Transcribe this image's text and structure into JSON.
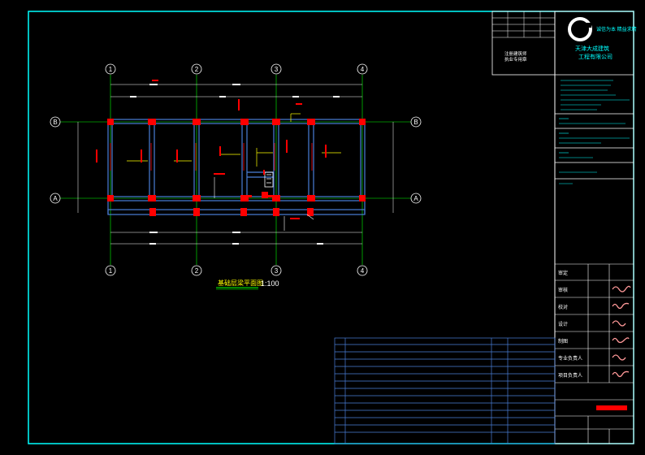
{
  "colors": {
    "background": "#000000",
    "frame": "#00ffff",
    "grid": "#00ff00",
    "wall": "#4a7fd9",
    "column": "#ff0000",
    "beam_label": "#ffff00",
    "dimension": "#ffffff",
    "highlight_bar": "#ff0000"
  },
  "grid": {
    "columns": [
      "1",
      "2",
      "3",
      "4"
    ],
    "rows": [
      "B",
      "A"
    ]
  },
  "drawing": {
    "title": "基础层梁平面图",
    "scale": "1:100"
  },
  "company": {
    "name_line1": "天津大成建筑",
    "name_line2": "工程有限公司",
    "slogan": "诚信为本 精益求精"
  },
  "seal": {
    "line1": "注册建筑师",
    "line2": "执业专用章"
  },
  "signatures": [
    "审定",
    "审核",
    "校对",
    "设计",
    "制图",
    "专业负责人",
    "项目负责人"
  ]
}
